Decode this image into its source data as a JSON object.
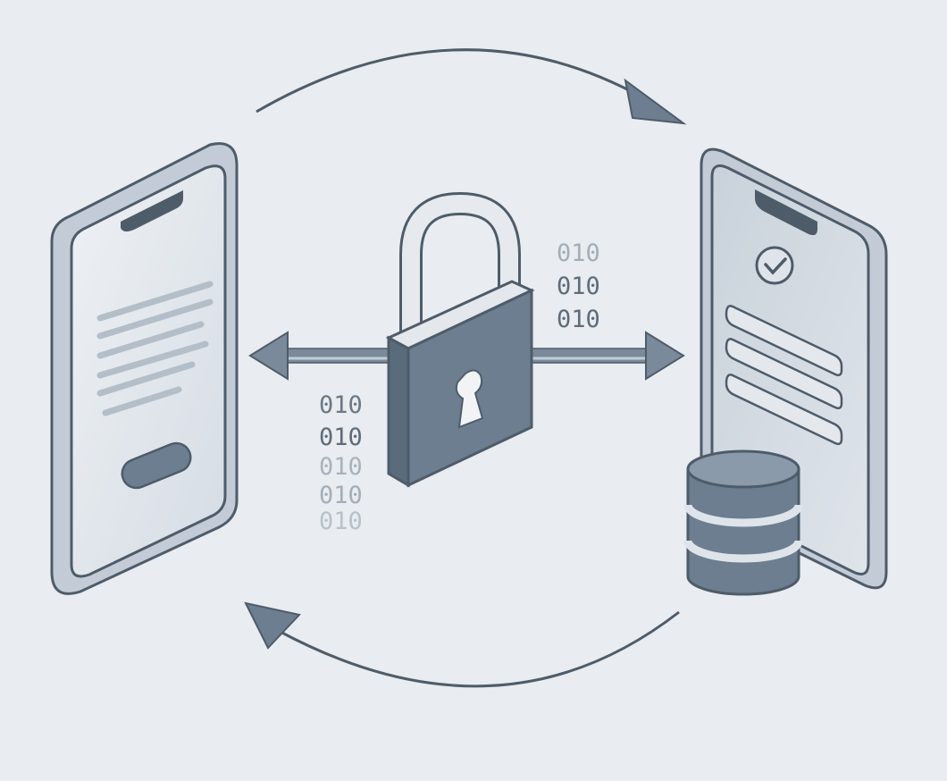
{
  "binary_right": [
    "010",
    "010",
    "010"
  ],
  "binary_left": [
    "010",
    "010",
    "010",
    "010",
    "010"
  ],
  "colors": {
    "background": "#e9ecf0",
    "outline": "#4e5c6a",
    "lock_body": "#6c7e90",
    "screen": "#dde3ea",
    "accent_light": "#c3ccd6"
  },
  "icons": [
    "phone-left",
    "padlock-icon",
    "phone-right",
    "checkmark-icon",
    "database-icon",
    "sync-arrows"
  ]
}
